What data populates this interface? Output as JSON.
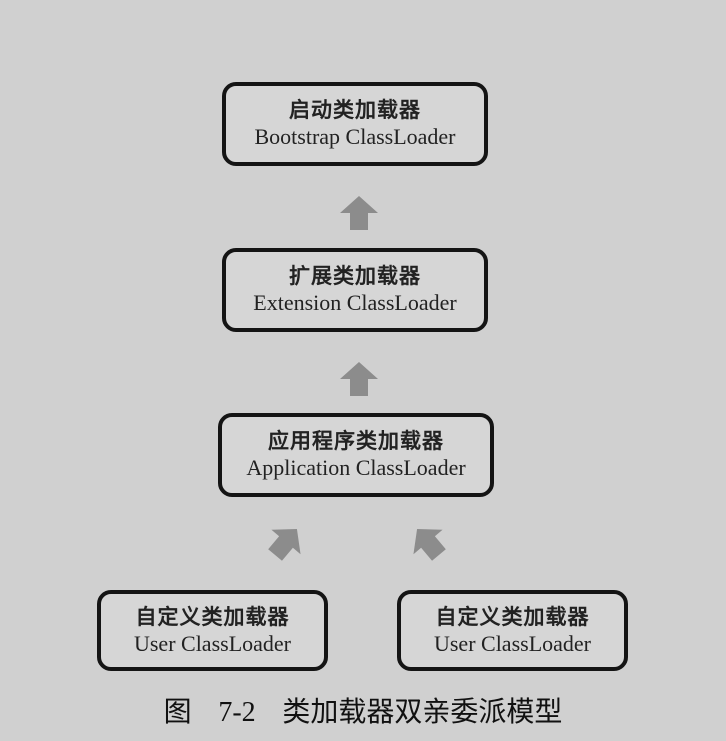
{
  "diagram": {
    "type": "hierarchy",
    "background_color": "#d0d0d0",
    "arrow_color": "#8c8c8c",
    "border_color": "#141414",
    "nodes": {
      "bootstrap": {
        "cn": "启动类加载器",
        "en": "Bootstrap ClassLoader"
      },
      "extension": {
        "cn": "扩展类加载器",
        "en": "Extension ClassLoader"
      },
      "application": {
        "cn": "应用程序类加载器",
        "en": "Application ClassLoader"
      },
      "user_left": {
        "cn": "自定义类加载器",
        "en": "User ClassLoader"
      },
      "user_right": {
        "cn": "自定义类加载器",
        "en": "User ClassLoader"
      }
    },
    "edges": [
      {
        "from": "extension",
        "to": "bootstrap",
        "icon": "arrow-up-icon"
      },
      {
        "from": "application",
        "to": "extension",
        "icon": "arrow-up-icon"
      },
      {
        "from": "user_left",
        "to": "application",
        "icon": "arrow-up-right-icon"
      },
      {
        "from": "user_right",
        "to": "application",
        "icon": "arrow-up-left-icon"
      }
    ]
  },
  "caption": {
    "prefix": "图",
    "number": "7-2",
    "title": "类加载器双亲委派模型"
  }
}
